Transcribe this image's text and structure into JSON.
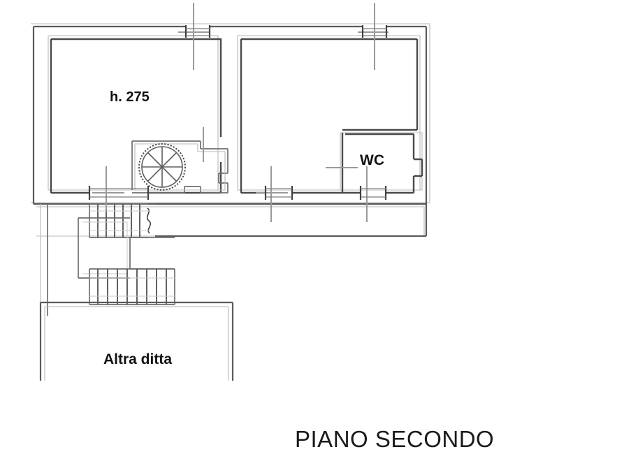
{
  "drawing": {
    "title": "PIANO SECONDO",
    "title_position": "bottom-right",
    "background_color": "#ffffff",
    "line_color": "#4a4a4a",
    "labels": {
      "left_room": "h. 275",
      "wc_room": "WC",
      "lower_block": "Altra ditta"
    },
    "rooms": [
      {
        "name": "left-room",
        "label": "h. 275",
        "note": "main room upper left with ceiling height annotation"
      },
      {
        "name": "right-room",
        "label": "",
        "note": "main room upper right"
      },
      {
        "name": "wc-room",
        "label": "WC",
        "note": "small bathroom at lower right of right room"
      },
      {
        "name": "altra-ditta-block",
        "label": "Altra ditta",
        "note": "adjacent property at bottom left"
      }
    ],
    "features": [
      {
        "name": "spiral-staircase",
        "type": "circular-stair",
        "treads": 8
      },
      {
        "name": "main-staircase",
        "type": "u-shaped-stair",
        "flights": 2
      },
      {
        "name": "corridor-balcony",
        "type": "corridor"
      },
      {
        "name": "window-top-left",
        "type": "window"
      },
      {
        "name": "window-top-right",
        "type": "window"
      },
      {
        "name": "window-bottom-left",
        "type": "window"
      },
      {
        "name": "window-bottom-middle",
        "type": "window"
      },
      {
        "name": "window-bottom-wc",
        "type": "window"
      },
      {
        "name": "window-right-wc",
        "type": "window"
      }
    ]
  }
}
